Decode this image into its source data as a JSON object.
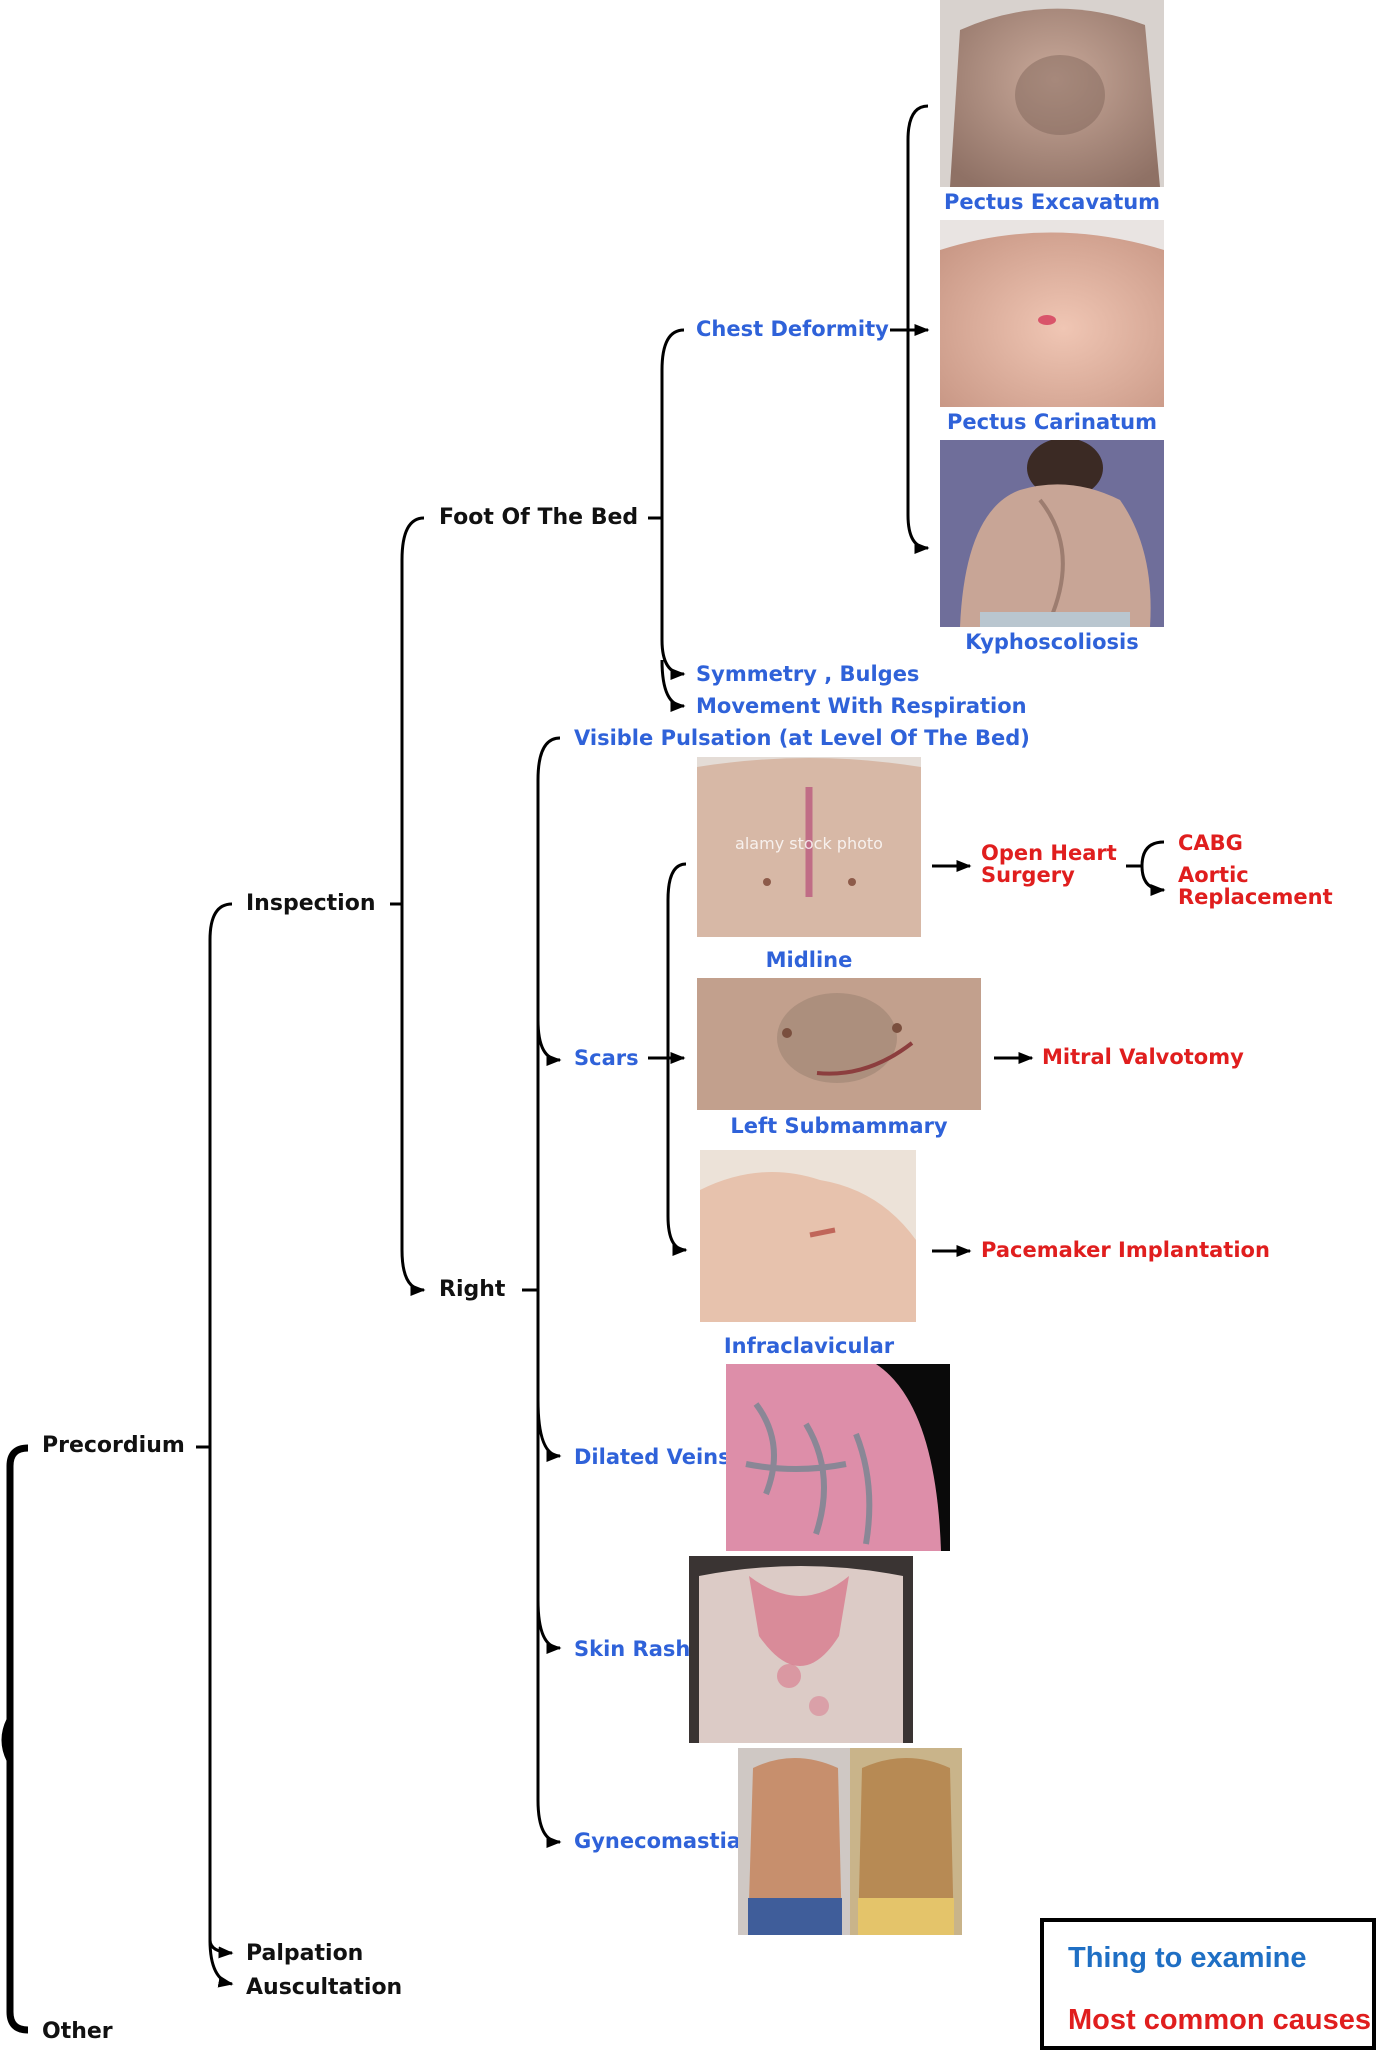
{
  "root": {
    "precordium": "Precordium",
    "other": "Other"
  },
  "level1": {
    "inspection": "Inspection",
    "palpation": "Palpation",
    "auscultation": "Auscultation"
  },
  "level2": {
    "foot_of_bed": "Foot Of The Bed",
    "right": "Right"
  },
  "foot_items": {
    "chest_deformity": "Chest Deformity",
    "symmetry": "Symmetry , Bulges",
    "movement": "Movement With Respiration"
  },
  "deformities": [
    "Pectus Excavatum",
    "Pectus Carinatum",
    "Kyphoscoliosis"
  ],
  "right_items": {
    "visible_pulsation": "Visible Pulsation (at Level Of The Bed)",
    "scars": "Scars",
    "dilated_veins": "Dilated Veins",
    "skin_rash": "Skin Rash",
    "gynecomastia": "Gynecomastia"
  },
  "scars": {
    "midline": "Midline",
    "left_submammary": "Left Submammary",
    "infraclavicular": "Infraclavicular",
    "watermark": "alamy stock photo"
  },
  "causes": {
    "open_heart": "Open Heart Surgery",
    "cabg": "CABG",
    "aortic": "Aortic Replacement",
    "mitral": "Mitral Valvotomy",
    "pacemaker": "Pacemaker Implantation"
  },
  "legend": {
    "examine": "Thing to examine",
    "causes": "Most common causes"
  },
  "colors": {
    "examine": "#2f62d9",
    "causes": "#e01e1e",
    "structure": "#111111"
  }
}
